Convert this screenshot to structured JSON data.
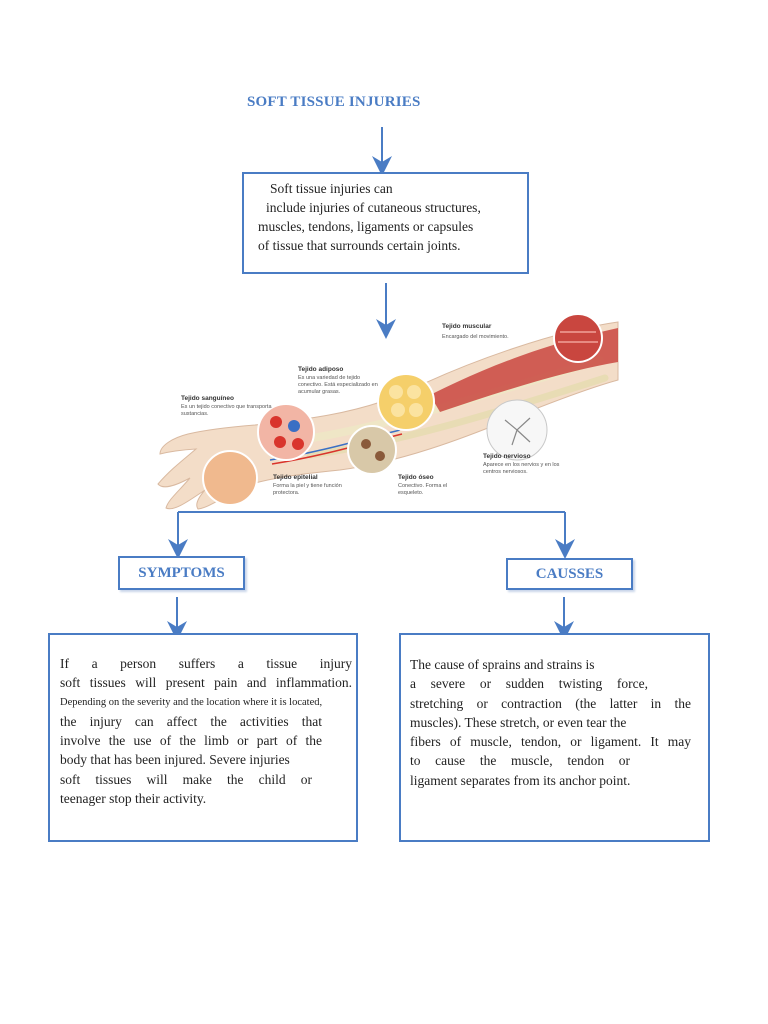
{
  "title": "SOFT TISSUE INJURIES",
  "intro": {
    "lines": [
      "Soft tissue injuries can",
      "include injuries of cutaneous structures,",
      "muscles, tendons, ligaments or capsules",
      "of tissue that surrounds certain joints."
    ]
  },
  "illustration": {
    "labels": {
      "muscular": {
        "name": "Tejido muscular",
        "desc": "Encargado del movimiento."
      },
      "adiposo": {
        "name": "Tejido adiposo",
        "desc": "Es una variedad de tejido conectivo. Está especializado en acumular grasas."
      },
      "sanguineo": {
        "name": "Tejido sanguíneo",
        "desc": "Es un tejido conectivo que transporta sustancias."
      },
      "nervioso": {
        "name": "Tejido nervioso",
        "desc": "Aparece en los nervios y en los centros nerviosos."
      },
      "epitelial": {
        "name": "Tejido epitelial",
        "desc": "Forma la piel y tiene función protectora."
      },
      "oseo": {
        "name": "Tejido óseo",
        "desc": "Conectivo. Forma el esqueleto."
      }
    }
  },
  "symptoms": {
    "label": "SYMPTOMS",
    "lines": [
      "If a person suffers a tissue injury",
      "soft tissues will present pain and inflammation.",
      "Depending on the severity and the location where it is located,",
      "the injury can affect the activities that",
      "involve the use of the limb or part of the",
      "body that has been injured. Severe injuries",
      "soft tissues will make the child or",
      "teenager stop their activity."
    ]
  },
  "causes": {
    "label": "CAUSSES",
    "lines": [
      "The cause of sprains and strains is",
      "a severe or sudden twisting force,",
      "stretching or contraction (the latter in the",
      "muscles). These stretch, or even tear the",
      "fibers of muscle, tendon, or ligament. It may",
      "to cause the muscle, tendon or",
      "ligament separates from its anchor point."
    ]
  },
  "colors": {
    "accent": "#4a7cc4",
    "muscle": "#c9463f",
    "skin": "#f3ddc8",
    "bone": "#efe6c6",
    "fat": "#f5cf6a",
    "blood": "#d9342c"
  }
}
